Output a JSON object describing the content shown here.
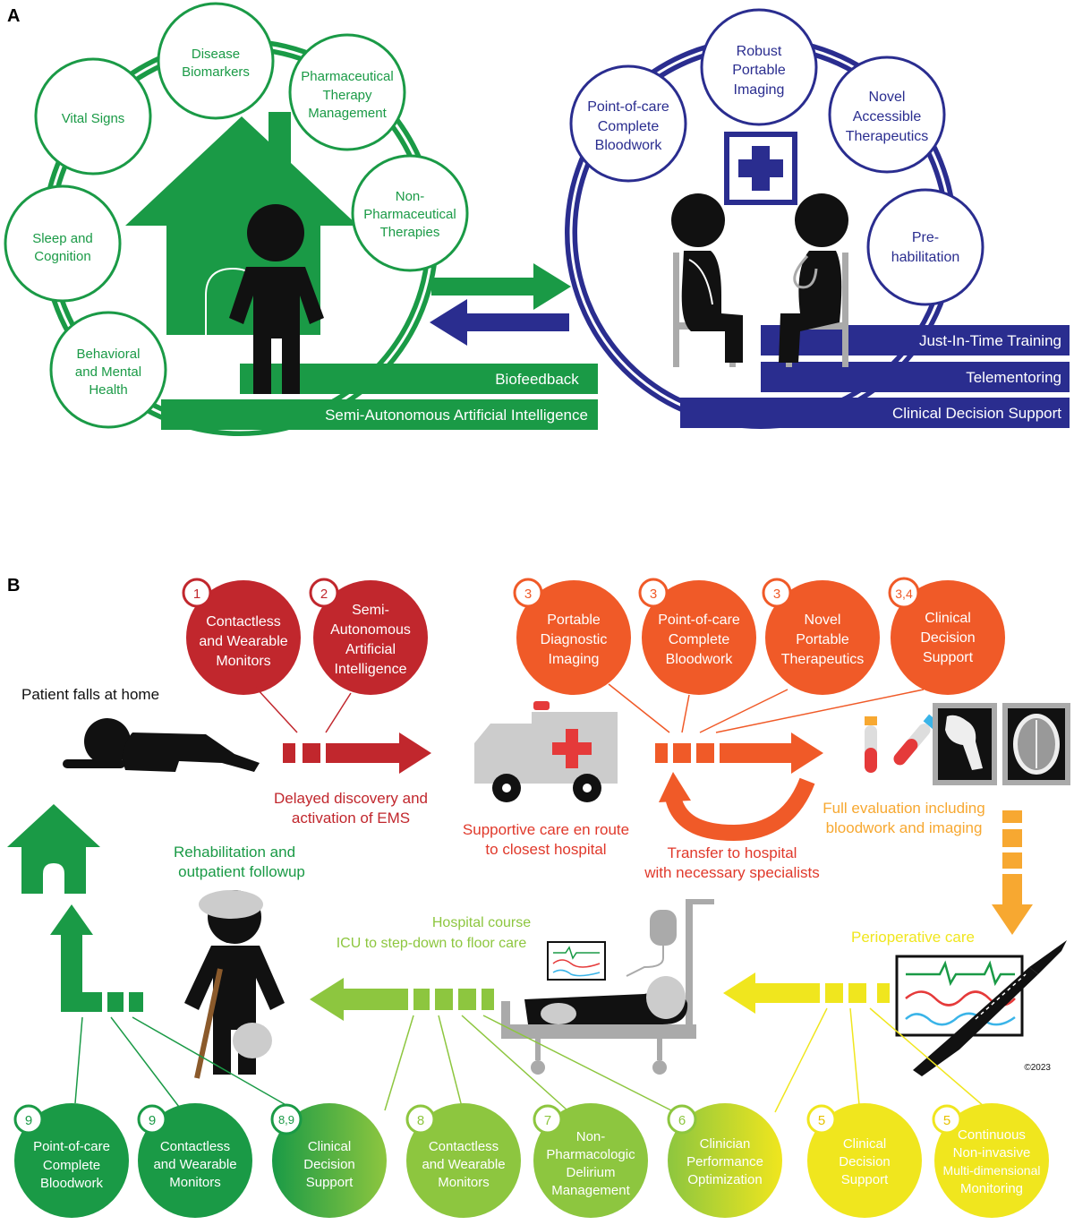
{
  "panel_a": {
    "label": "A",
    "home_circles": [
      "Disease",
      "Biomarkers",
      "Pharmaceutical",
      "Therapy",
      "Management",
      "Vital Signs",
      "Non-",
      "Pharmaceutical",
      "Therapies",
      "Sleep and",
      "Cognition",
      "Behavioral",
      "and Mental",
      "Health"
    ],
    "home_bars": [
      "Biofeedback",
      "Semi-Autonomous Artificial Intelligence"
    ],
    "clinic_circles": [
      "Robust",
      "Portable",
      "Imaging",
      "Point-of-care",
      "Complete",
      "Bloodwork",
      "Novel",
      "Accessible",
      "Therapeutics",
      "Pre-",
      "habilitation"
    ],
    "clinic_bars": [
      "Just-In-Time Training",
      "Telementoring",
      "Clinical Decision Support"
    ],
    "colors": {
      "green": "#1a9a46",
      "navy": "#2a2d8f"
    }
  },
  "panel_b": {
    "label": "B",
    "top_red": [
      {
        "num": "1",
        "l1": "Contactless",
        "l2": "and Wearable",
        "l3": "Monitors"
      },
      {
        "num": "2",
        "l1": "Semi-",
        "l2": "Autonomous",
        "l3": "Artificial",
        "l4": "Intelligence"
      }
    ],
    "top_orange": [
      {
        "num": "3",
        "l1": "Portable",
        "l2": "Diagnostic",
        "l3": "Imaging"
      },
      {
        "num": "3",
        "l1": "Point-of-care",
        "l2": "Complete",
        "l3": "Bloodwork"
      },
      {
        "num": "3",
        "l1": "Novel",
        "l2": "Portable",
        "l3": "Therapeutics"
      },
      {
        "num": "3,4",
        "l1": "Clinical",
        "l2": "Decision",
        "l3": "Support"
      }
    ],
    "captions": {
      "patient_falls": "Patient falls at home",
      "delayed_1": "Delayed discovery and",
      "delayed_2": "activation of EMS",
      "supportive_1": "Supportive care en route",
      "supportive_2": "to closest hospital",
      "transfer_1": "Transfer to hospital",
      "transfer_2": "with necessary specialists",
      "full_eval_1": "Full evaluation including",
      "full_eval_2": "bloodwork and imaging",
      "rehab_1": "Rehabilitation and",
      "rehab_2": "outpatient followup",
      "hospital_1": "Hospital course",
      "hospital_2": "ICU to step-down to floor care",
      "periop": "Perioperative care",
      "signature": "©2023"
    },
    "bottom_circles": [
      {
        "num": "9",
        "l1": "Point-of-care",
        "l2": "Complete",
        "l3": "Bloodwork"
      },
      {
        "num": "9",
        "l1": "Contactless",
        "l2": "and Wearable",
        "l3": "Monitors"
      },
      {
        "num": "8,9",
        "l1": "Clinical",
        "l2": "Decision",
        "l3": "Support"
      },
      {
        "num": "8",
        "l1": "Contactless",
        "l2": "and Wearable",
        "l3": "Monitors"
      },
      {
        "num": "7",
        "l1": "Non-",
        "l2": "Pharmacologic",
        "l3": "Delirium",
        "l4": "Management"
      },
      {
        "num": "6",
        "l1": "Clinician",
        "l2": "Performance",
        "l3": "Optimization"
      },
      {
        "num": "5",
        "l1": "Clinical",
        "l2": "Decision",
        "l3": "Support"
      },
      {
        "num": "5",
        "l1": "Continuous",
        "l2": "Non-invasive",
        "l3": "Multi-dimensional",
        "l4": "Monitoring"
      }
    ],
    "colors": {
      "red": "#c1272d",
      "orange": "#f05a28",
      "amber": "#f7a831",
      "yellow": "#f0e61e",
      "lime": "#8dc63f",
      "green": "#1a9a46"
    }
  }
}
